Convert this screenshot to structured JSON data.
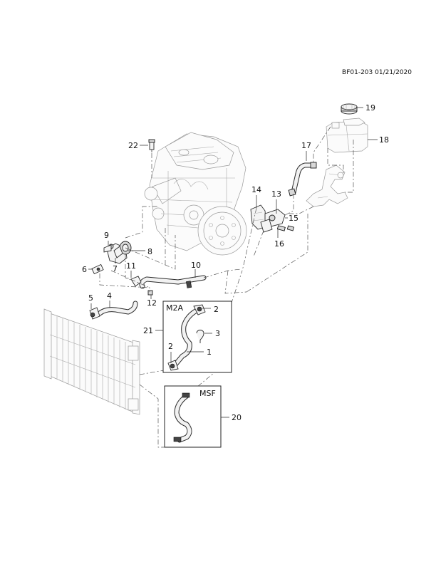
{
  "document": {
    "id": "BF01-203 01/21/2020"
  },
  "callouts": [
    {
      "id": "c1",
      "label": "1"
    },
    {
      "id": "c2a",
      "label": "2"
    },
    {
      "id": "c2b",
      "label": "2"
    },
    {
      "id": "c3",
      "label": "3"
    },
    {
      "id": "c4",
      "label": "4"
    },
    {
      "id": "c5",
      "label": "5"
    },
    {
      "id": "c6",
      "label": "6"
    },
    {
      "id": "c7",
      "label": "7"
    },
    {
      "id": "c8",
      "label": "8"
    },
    {
      "id": "c9",
      "label": "9"
    },
    {
      "id": "c10",
      "label": "10"
    },
    {
      "id": "c11",
      "label": "11"
    },
    {
      "id": "c12",
      "label": "12"
    },
    {
      "id": "c13",
      "label": "13"
    },
    {
      "id": "c14",
      "label": "14"
    },
    {
      "id": "c15",
      "label": "15"
    },
    {
      "id": "c16",
      "label": "16"
    },
    {
      "id": "c17",
      "label": "17"
    },
    {
      "id": "c18",
      "label": "18"
    },
    {
      "id": "c19",
      "label": "19"
    },
    {
      "id": "c20",
      "label": "20"
    },
    {
      "id": "c21",
      "label": "21"
    },
    {
      "id": "c22",
      "label": "22"
    }
  ],
  "detail_boxes": [
    {
      "id": "m2a",
      "label": "M2A"
    },
    {
      "id": "msf",
      "label": "MSF"
    }
  ]
}
